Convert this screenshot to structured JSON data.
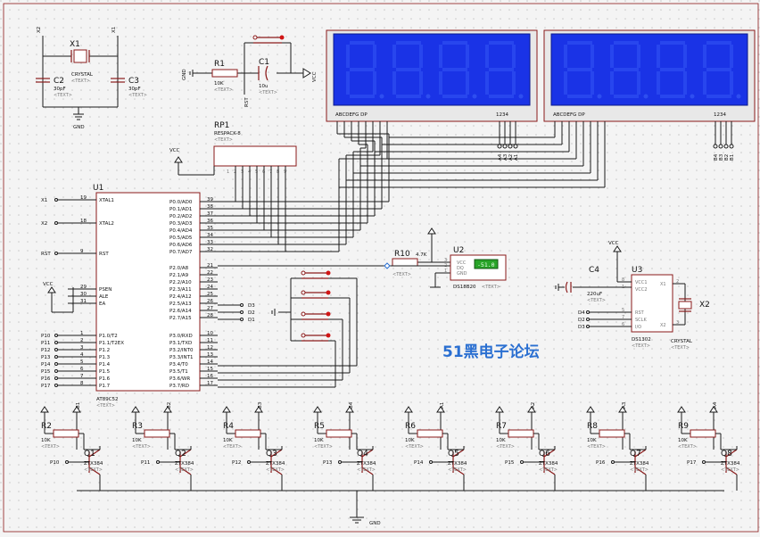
{
  "colors": {
    "background": "#f4f4f4",
    "grid": "#c8c8c8",
    "wire": "#1a1a1a",
    "component_red": "#8a1a1a",
    "lcd_bg": "#1a33e6",
    "lcd_segment": "#2e4ef0",
    "watermark": "#2a6fd1",
    "led_green": "#28a428"
  },
  "text_placeholder": "<TEXT>",
  "mcu": {
    "ref": "U1",
    "part": "AT89C52",
    "left_pins": [
      {
        "net": "X1",
        "num": "19",
        "name": "XTAL1"
      },
      {
        "net": "X2",
        "num": "18",
        "name": "XTAL2"
      },
      {
        "net": "RST",
        "num": "9",
        "name": "RST"
      },
      {
        "net": "",
        "num": "29",
        "name": "PSEN"
      },
      {
        "net": "",
        "num": "30",
        "name": "ALE"
      },
      {
        "net": "",
        "num": "31",
        "name": "EA"
      },
      {
        "net": "P10",
        "num": "1",
        "name": "P1.0/T2"
      },
      {
        "net": "P11",
        "num": "2",
        "name": "P1.1/T2EX"
      },
      {
        "net": "P12",
        "num": "3",
        "name": "P1.2"
      },
      {
        "net": "P13",
        "num": "4",
        "name": "P1.3"
      },
      {
        "net": "P14",
        "num": "5",
        "name": "P1.4"
      },
      {
        "net": "P15",
        "num": "6",
        "name": "P1.5"
      },
      {
        "net": "P16",
        "num": "7",
        "name": "P1.6"
      },
      {
        "net": "P17",
        "num": "8",
        "name": "P1.7"
      }
    ],
    "right_pins": [
      {
        "name": "P0.0/AD0",
        "num": "39"
      },
      {
        "name": "P0.1/AD1",
        "num": "38"
      },
      {
        "name": "P0.2/AD2",
        "num": "37"
      },
      {
        "name": "P0.3/AD3",
        "num": "36"
      },
      {
        "name": "P0.4/AD4",
        "num": "35"
      },
      {
        "name": "P0.5/AD5",
        "num": "34"
      },
      {
        "name": "P0.6/AD6",
        "num": "33"
      },
      {
        "name": "P0.7/AD7",
        "num": "32"
      },
      {
        "name": "P2.0/A8",
        "num": "21"
      },
      {
        "name": "P2.1/A9",
        "num": "22"
      },
      {
        "name": "P2.2/A10",
        "num": "23"
      },
      {
        "name": "P2.3/A11",
        "num": "24"
      },
      {
        "name": "P2.4/A12",
        "num": "25"
      },
      {
        "name": "P2.5/A13",
        "num": "26"
      },
      {
        "name": "P2.6/A14",
        "num": "27"
      },
      {
        "name": "P2.7/A15",
        "num": "28"
      },
      {
        "name": "P3.0/RXD",
        "num": "10"
      },
      {
        "name": "P3.1/TXD",
        "num": "11"
      },
      {
        "name": "P3.2/INT0",
        "num": "12"
      },
      {
        "name": "P3.3/INT1",
        "num": "13"
      },
      {
        "name": "P3.4/T0",
        "num": "14"
      },
      {
        "name": "P3.5/T1",
        "num": "15"
      },
      {
        "name": "P3.6/WR",
        "num": "16"
      },
      {
        "name": "P3.7/RD",
        "num": "17"
      }
    ]
  },
  "crystal": {
    "ref": "X1",
    "part": "CRYSTAL",
    "net1": "X2",
    "net2": "X1"
  },
  "c2": {
    "ref": "C2",
    "value": "30pF"
  },
  "c3": {
    "ref": "C3",
    "value": "30pF"
  },
  "gnd": "GND",
  "vcc": "VCC",
  "r1": {
    "ref": "R1",
    "value": "10K"
  },
  "c1": {
    "ref": "C1",
    "value": "10u"
  },
  "rst": "RST",
  "rp1": {
    "ref": "RP1",
    "part": "RESPACK-8",
    "pins": [
      "1",
      "2",
      "3",
      "4",
      "5",
      "6",
      "7",
      "8",
      "9"
    ]
  },
  "display1": {
    "seg_label": "ABCDEFG DP",
    "digit_label": "1234",
    "commons": [
      "A4",
      "A3",
      "A2",
      "A1"
    ]
  },
  "display2": {
    "seg_label": "ABCDEFG DP",
    "digit_label": "1234",
    "commons": [
      "B4",
      "B3",
      "B2",
      "B1"
    ]
  },
  "r10": {
    "ref": "R10",
    "value": "4.7K"
  },
  "u2": {
    "ref": "U2",
    "part": "DS18B20",
    "pins": [
      "VCC",
      "DQ",
      "GND"
    ],
    "pin_nums": [
      "3",
      "2",
      "1"
    ],
    "reading": "-51.0"
  },
  "u3": {
    "ref": "U3",
    "part": "DS1302",
    "left_pins": [
      "VCC1",
      "VCC2",
      "RST",
      "SCLK",
      "I/O"
    ],
    "left_nums": [
      "8",
      "1",
      "5",
      "7",
      "6"
    ],
    "right_pins": [
      "X1",
      "X2"
    ],
    "right_nums": [
      "2",
      "3"
    ],
    "nets": [
      "D4",
      "D2",
      "D3"
    ]
  },
  "c4": {
    "ref": "C4",
    "value": "220uF"
  },
  "x2": {
    "ref": "X2",
    "part": "CRYSTAL"
  },
  "button_nets": [
    "D3",
    "D2",
    "D1"
  ],
  "watermark": "51黑电子论坛",
  "drivers": [
    {
      "r": "R2",
      "q": "Q1",
      "net": "P10",
      "col": "B1"
    },
    {
      "r": "R3",
      "q": "Q2",
      "net": "P11",
      "col": "B2"
    },
    {
      "r": "R4",
      "q": "Q3",
      "net": "P12",
      "col": "B3"
    },
    {
      "r": "R5",
      "q": "Q4",
      "net": "P13",
      "col": "B4"
    },
    {
      "r": "R6",
      "q": "Q5",
      "net": "P14",
      "col": "A1"
    },
    {
      "r": "R7",
      "q": "Q6",
      "net": "P15",
      "col": "A2"
    },
    {
      "r": "R8",
      "q": "Q7",
      "net": "P16",
      "col": "A3"
    },
    {
      "r": "R9",
      "q": "Q8",
      "net": "P17",
      "col": "A4"
    }
  ],
  "driver_r_value": "10K",
  "driver_q_part": "ZTX384"
}
